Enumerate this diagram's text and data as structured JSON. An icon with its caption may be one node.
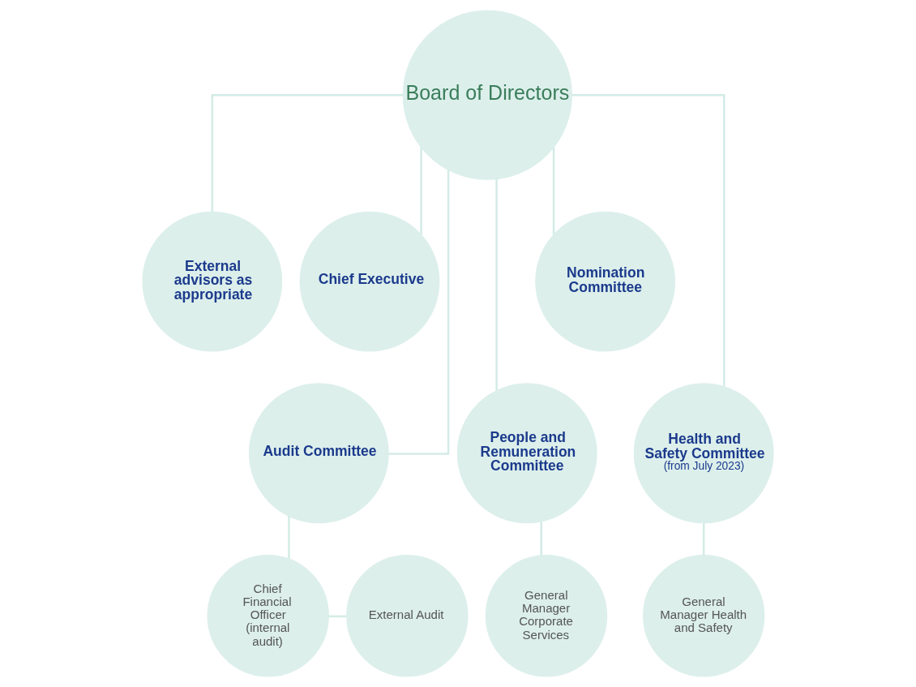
{
  "diagram": {
    "nodes": [
      {
        "text": [
          "Board of Directors"
        ]
      },
      {
        "text": [
          "External advisors as appropriate"
        ]
      },
      {
        "text": [
          "Chief Executive"
        ]
      },
      {
        "text": [
          "Audit Committee"
        ]
      },
      {
        "text": [
          "People and Remuneration Committee"
        ]
      },
      {
        "text": [
          "Nomination Committee"
        ]
      },
      {
        "text": [
          "Health and Safety Committee",
          "(from July 2023)"
        ]
      },
      {
        "text": [
          "Chief Financial Officer (internal audit)"
        ]
      },
      {
        "text": [
          "External Audit"
        ]
      },
      {
        "text": [
          "General Manager Corporate Services"
        ]
      },
      {
        "text": [
          "General Manager Health and Safety"
        ]
      }
    ],
    "edges": [
      {
        "from": 0,
        "to": 1,
        "arrow": "none"
      },
      {
        "from": 0,
        "to": 2,
        "arrow": "none"
      },
      {
        "from": 0,
        "to": 3,
        "arrow": "none"
      },
      {
        "from": 0,
        "to": 4,
        "arrow": "none"
      },
      {
        "from": 0,
        "to": 5,
        "arrow": "none"
      },
      {
        "from": 0,
        "to": 6,
        "arrow": "none"
      },
      {
        "from": 3,
        "to": 7,
        "arrow": "none"
      },
      {
        "from": 7,
        "to": 8,
        "arrow": "none"
      },
      {
        "from": 4,
        "to": 9,
        "arrow": "none"
      },
      {
        "from": 6,
        "to": 10,
        "arrow": "none"
      }
    ]
  }
}
